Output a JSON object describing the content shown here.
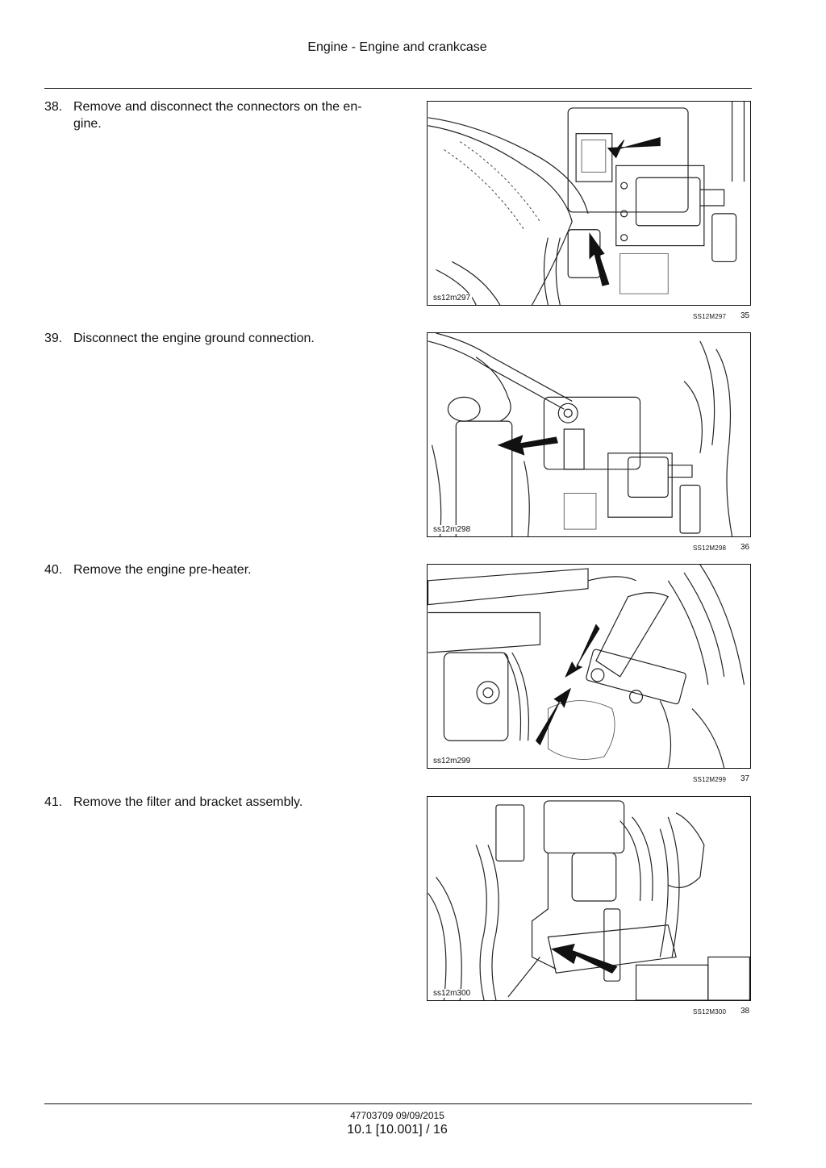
{
  "header": {
    "title": "Engine - Engine and crankcase"
  },
  "steps": [
    {
      "number": "38.",
      "text": "Remove and disconnect the connectors on the en-\ngine.",
      "figure_label": "ss12m297",
      "figure_ref": "SS12M297",
      "figure_number": "35"
    },
    {
      "number": "39.",
      "text": "Disconnect the engine ground connection.",
      "figure_label": "ss12m298",
      "figure_ref": "SS12M298",
      "figure_number": "36"
    },
    {
      "number": "40.",
      "text": "Remove the engine pre-heater.",
      "figure_label": "ss12m299",
      "figure_ref": "SS12M299",
      "figure_number": "37"
    },
    {
      "number": "41.",
      "text": "Remove the filter and bracket assembly.",
      "figure_label": "ss12m300",
      "figure_ref": "SS12M300",
      "figure_number": "38"
    }
  ],
  "footer": {
    "doc_id": "47703709 09/09/2015",
    "page": "10.1 [10.001] / 16"
  }
}
